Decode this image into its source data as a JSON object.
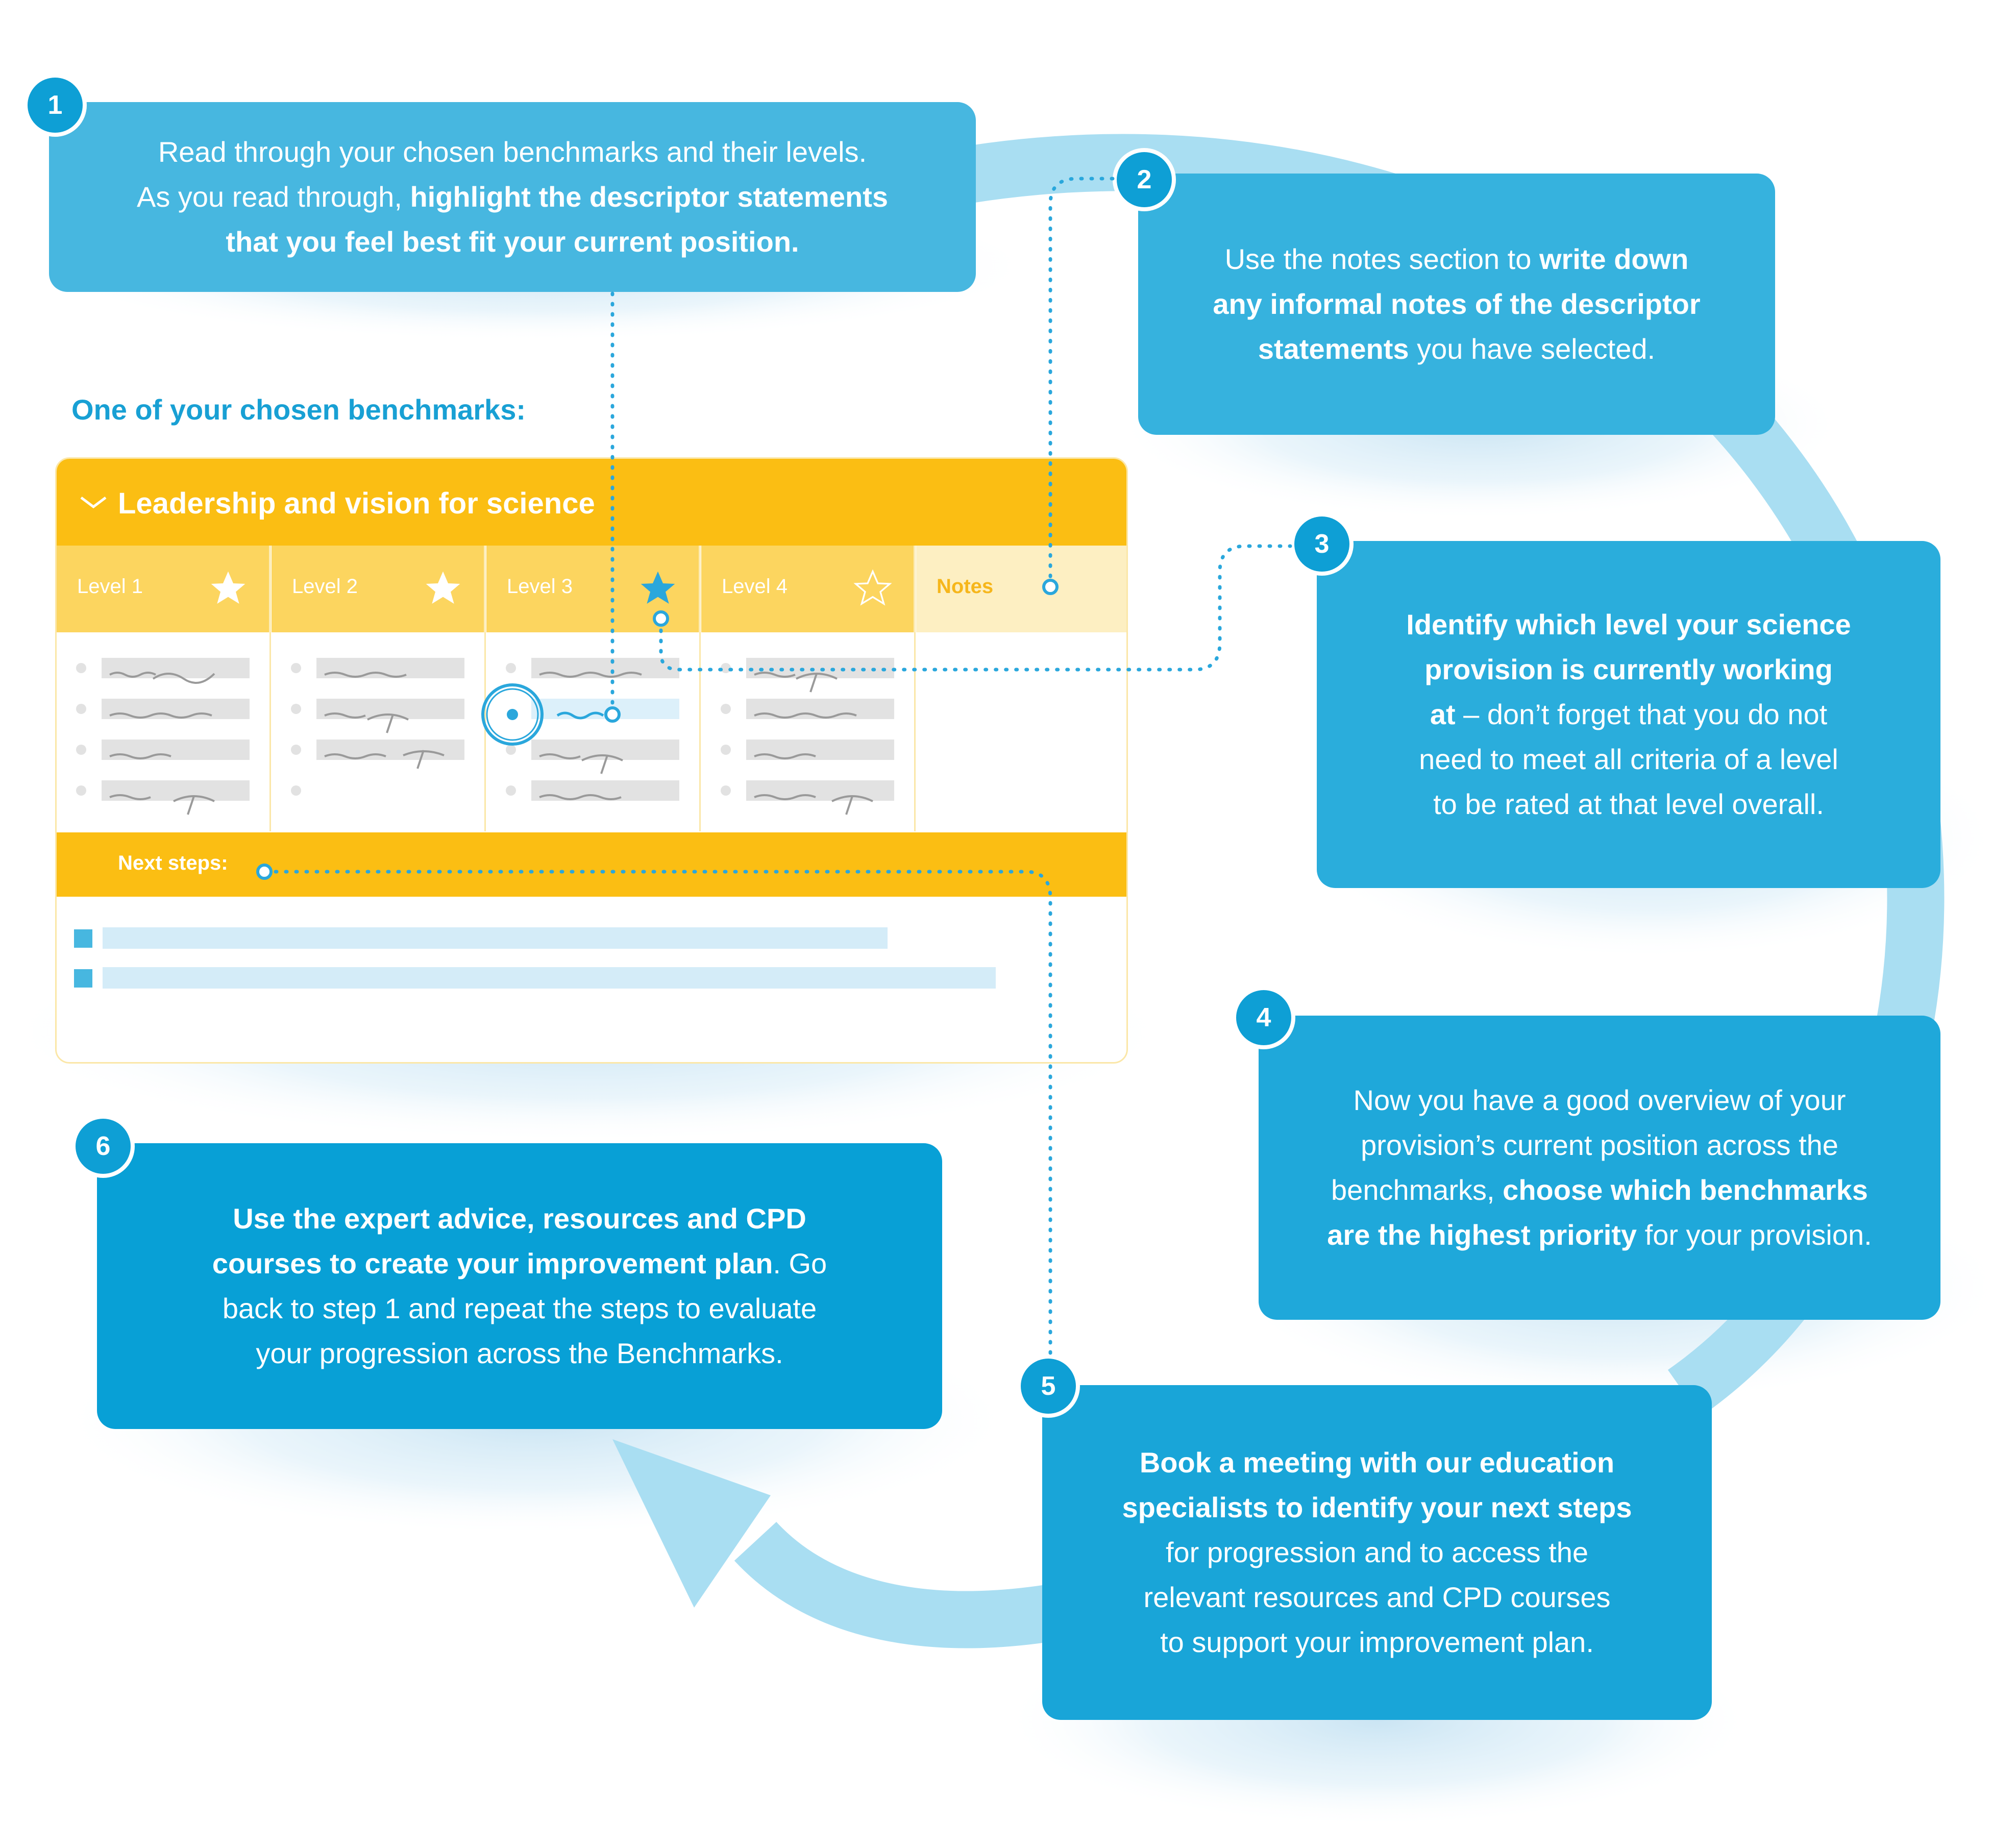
{
  "steps": [
    {
      "num": "1",
      "html": "Read through your chosen benchmarks and their levels.<br>As you read through, <b>highlight the descriptor statements<br>that you feel best fit your current position.</b>"
    },
    {
      "num": "2",
      "html": "Use the notes section to <b>write down<br>any informal notes of the descriptor<br>statements</b> you have selected."
    },
    {
      "num": "3",
      "html": "<b>Identify which level your science<br>provision is currently working<br>at</b> – don’t forget that you do not<br>need to meet all criteria of a level<br>to be rated at that level overall."
    },
    {
      "num": "4",
      "html": "Now you have a good overview of your<br>provision’s current position across the<br>benchmarks, <b>choose which benchmarks<br>are the highest priority</b> for your provision."
    },
    {
      "num": "5",
      "html": "<b>Book a meeting with our education<br>specialists to identify your next steps</b><br>for progression and to access the<br>relevant resources and CPD courses<br>to support your improvement plan."
    },
    {
      "num": "6",
      "html": "<b>Use the expert advice, resources and CPD<br>courses to create your improvement plan</b>. Go<br>back to step 1 and repeat the steps to evaluate<br>your progression across the Benchmarks."
    }
  ],
  "intro": "One of your chosen benchmarks:",
  "card": {
    "title": "Leadership and vision for science",
    "levels": [
      "Level 1",
      "Level 2",
      "Level 3",
      "Level 4"
    ],
    "notes_label": "Notes",
    "next_steps_label": "Next steps:"
  },
  "colors": {
    "accent_blue": "#18a0d4",
    "card_yellow": "#fbbe13",
    "arrow_blue": "#a9def2"
  }
}
